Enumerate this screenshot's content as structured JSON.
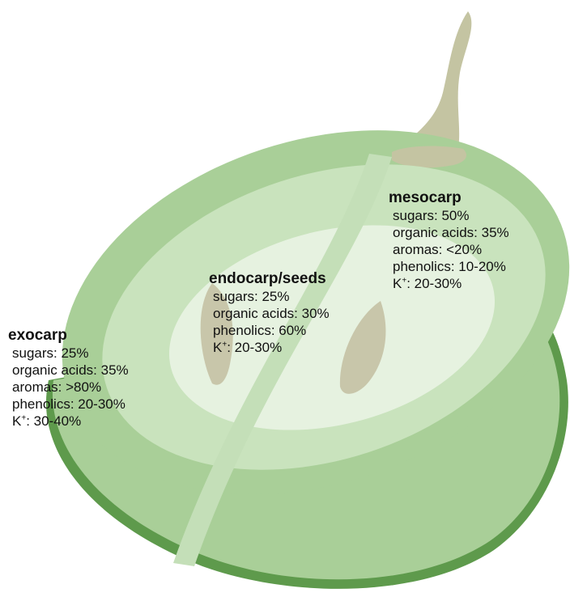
{
  "colors": {
    "skin_outer": "#a9cf98",
    "skin_dark": "#5e9a4c",
    "flesh": "#c9e3bd",
    "endocarp": "#e6f2e0",
    "seed": "#c8c6aa",
    "stem": "#c4c4a2",
    "divider": "#c4dfb8"
  },
  "labels": {
    "exocarp": {
      "title": "exocarp",
      "lines": [
        "sugars: 25%",
        "organic acids: 35%",
        "aromas: >80%",
        "phenolics: 20-30%"
      ],
      "k_prefix": "K",
      "k_sup": "+",
      "k_value": ": 30-40%"
    },
    "endocarp": {
      "title": "endocarp/seeds",
      "lines": [
        "sugars: 25%",
        "organic acids: 30%",
        "phenolics: 60%"
      ],
      "k_prefix": "K",
      "k_sup": "+",
      "k_value": ": 20-30%"
    },
    "mesocarp": {
      "title": "mesocarp",
      "lines": [
        "sugars: 50%",
        "organic acids: 35%",
        "aromas: <20%",
        "phenolics: 10-20%"
      ],
      "k_prefix": "K",
      "k_sup": "+",
      "k_value": ": 20-30%"
    }
  }
}
